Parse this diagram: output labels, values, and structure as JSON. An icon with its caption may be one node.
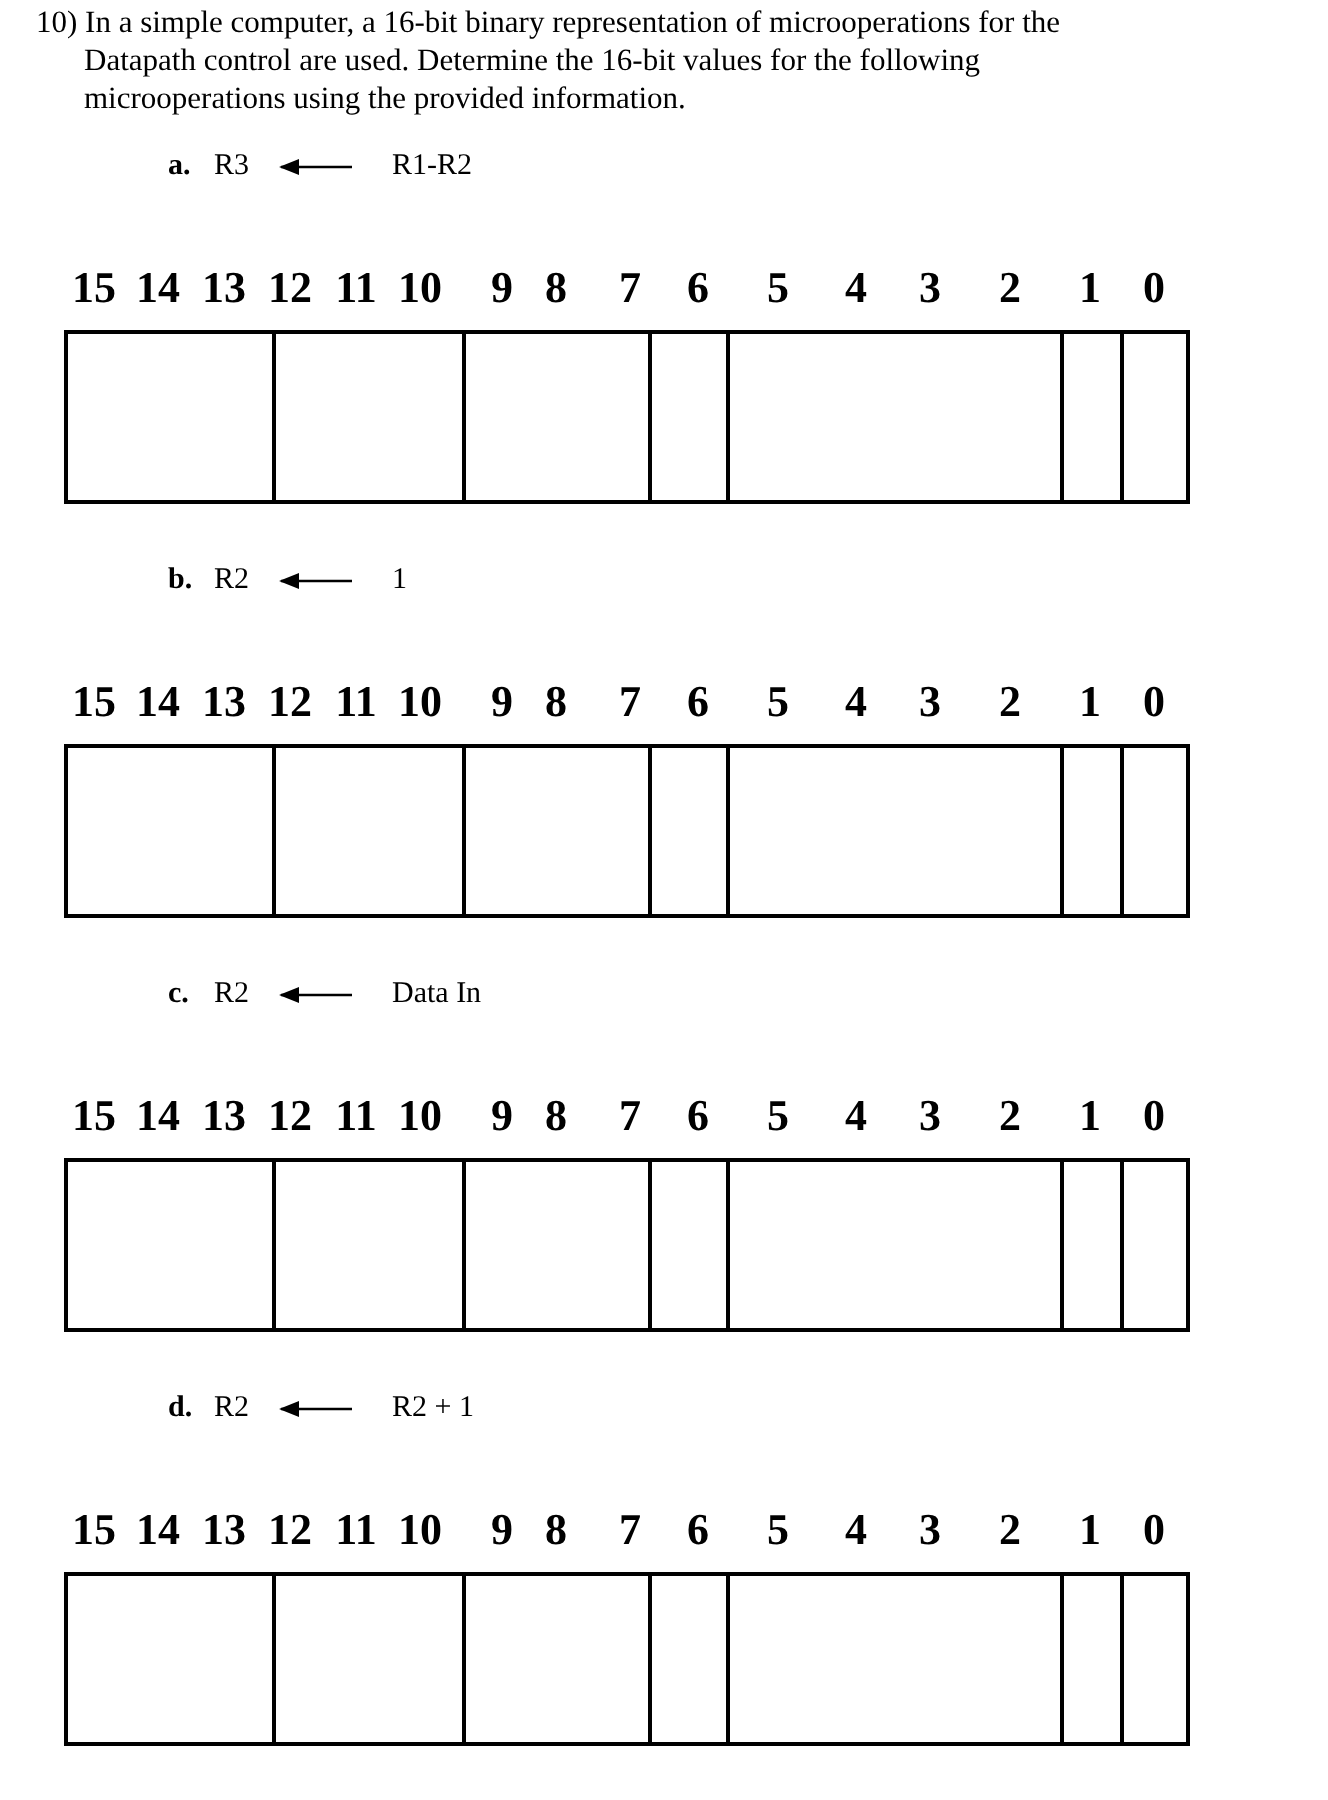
{
  "diagram": {
    "title": "10) In a simple computer, a 16-bit binary representation of microoperations for the Datapath control are used.  Determine the 16-bit values for the following microoperations using the provided information.",
    "nodes": [
      {
        "text": [
          "R3"
        ]
      },
      {
        "text": [
          "R1-R2"
        ]
      },
      {
        "text": [
          "R2"
        ]
      },
      {
        "text": [
          "1"
        ]
      },
      {
        "text": [
          "R2"
        ]
      },
      {
        "text": [
          "Data In"
        ]
      },
      {
        "text": [
          "R2"
        ]
      },
      {
        "text": [
          "R2 + 1"
        ]
      }
    ],
    "edges": [
      {
        "from": 1,
        "to": 0,
        "arrow": "to"
      },
      {
        "from": 3,
        "to": 2,
        "arrow": "to"
      },
      {
        "from": 5,
        "to": 4,
        "arrow": "to"
      },
      {
        "from": 7,
        "to": 6,
        "arrow": "to"
      }
    ],
    "labels": [
      "a.",
      "15",
      "14",
      "13",
      "12",
      "11",
      "10",
      "9",
      "8",
      "7",
      "6",
      "5",
      "4",
      "3",
      "2",
      "1",
      "0",
      "b.",
      "15",
      "14",
      "13",
      "12",
      "11",
      "10",
      "9",
      "8",
      "7",
      "6",
      "5",
      "4",
      "3",
      "2",
      "1",
      "0",
      "c.",
      "15",
      "14",
      "13",
      "12",
      "11",
      "10",
      "9",
      "8",
      "7",
      "6",
      "5",
      "4",
      "3",
      "2",
      "1",
      "0",
      "d.",
      "15",
      "14",
      "13",
      "12",
      "11",
      "10",
      "9",
      "8",
      "7",
      "6",
      "5",
      "4",
      "3",
      "2",
      "1",
      "0"
    ]
  }
}
